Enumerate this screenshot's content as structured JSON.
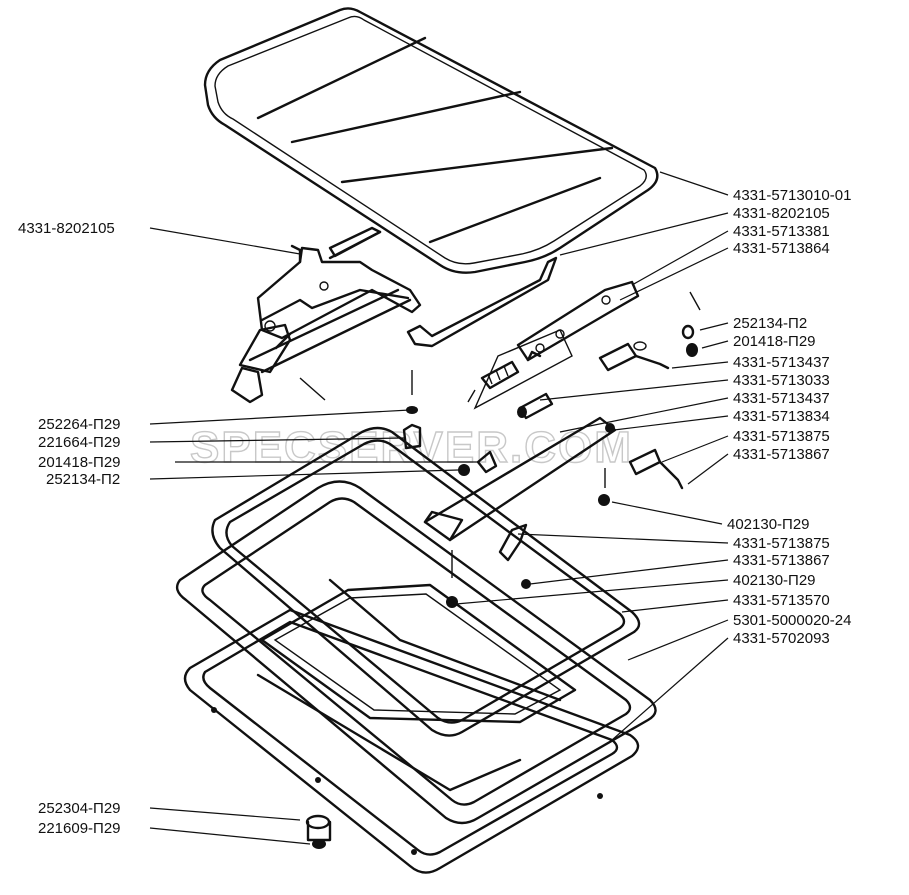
{
  "watermark": "SPECSERVER.COM",
  "labels": {
    "left": [
      "4331-8202105",
      "252264-П29",
      "221664-П29",
      "201418-П29",
      "252134-П2",
      "252304-П29",
      "221609-П29"
    ],
    "right": [
      "4331-5713010-01",
      "4331-8202105",
      "4331-5713381",
      "4331-5713864",
      "252134-П2",
      "201418-П29",
      "4331-5713437",
      "4331-5713033",
      "4331-5713437",
      "4331-5713834",
      "4331-5713875",
      "4331-5713867",
      "402130-П29",
      "4331-5713875",
      "4331-5713867",
      "402130-П29",
      "4331-5713570",
      "5301-5000020-24",
      "4331-5702093"
    ]
  }
}
